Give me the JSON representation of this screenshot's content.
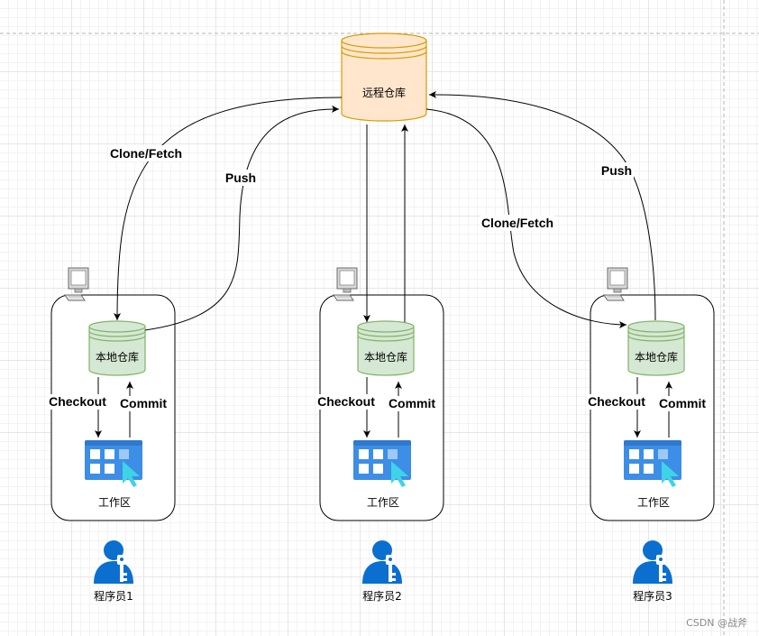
{
  "diagram": {
    "remote_repo": {
      "label": "远程仓库"
    },
    "edge_labels": {
      "clone_fetch": "Clone/Fetch",
      "push": "Push",
      "checkout": "Checkout",
      "commit": "Commit"
    },
    "developers": [
      {
        "local_repo": "本地仓库",
        "workspace": "工作区",
        "name": "程序员1"
      },
      {
        "local_repo": "本地仓库",
        "workspace": "工作区",
        "name": "程序员2"
      },
      {
        "local_repo": "本地仓库",
        "workspace": "工作区",
        "name": "程序员3"
      }
    ],
    "colors": {
      "remote_fill": "#ffe6cc",
      "remote_stroke": "#d79b00",
      "local_fill": "#d5e8d4",
      "local_stroke": "#82b366",
      "app_icon": "#3c8ee6",
      "cursor": "#3fd3e8",
      "user_icon": "#0b6fd0"
    },
    "icons": [
      "computer-icon",
      "database-icon",
      "workspace-app-icon",
      "developer-user-icon"
    ]
  },
  "watermark": "CSDN @战斧"
}
